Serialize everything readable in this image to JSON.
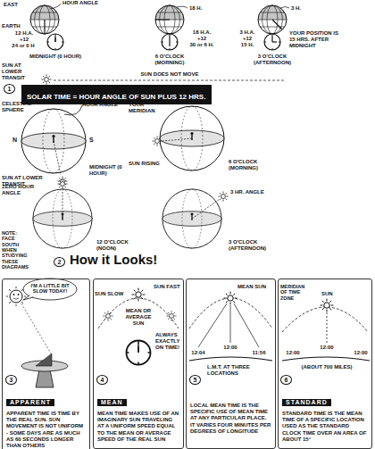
{
  "diagram": {
    "nodes": [
      {
        "text": [
          "SOLAR TIME = HOUR ANGLE OF SUN PLUS 12 HRS."
        ]
      },
      {
        "text": [
          "APPARENT",
          "APPARENT TIME IS TIME BY THE REAL SUN. SUN MOVEMENT IS NOT UNIFORM - SOME DAYS ARE AS MUCH AS 60 SECONDS LONGER THAN OTHERS"
        ]
      },
      {
        "text": [
          "MEAN",
          "MEAN TIME MAKES USE OF AN IMAGINARY SUN TRAVELING AT A UNIFORM SPEED EQUAL TO THE MEAN OR AVERAGE SPEED OF THE REAL SUN"
        ]
      },
      {
        "text": [
          "LOCAL MEAN TIME IS THE SPECIFIC USE OF MEAN TIME AT ANY PARTICULAR PLACE. IT VARIES FOUR MINUTES PER DEGREES OF LONGITUDE"
        ]
      },
      {
        "text": [
          "STANDARD",
          "STANDARD TIME IS THE MEAN TIME OF A SPECIFIC LOCATION USED AS THE STANDARD CLOCK TIME OVER AN AREA OF ABOUT 15°"
        ]
      }
    ],
    "labels": [
      "EAST",
      "HOUR ANGLE",
      "EARTH",
      "12 H.A.",
      "+12",
      "24 or 0 H",
      "18 H.",
      "18 H.A.",
      "+12",
      "30 or 6 H.",
      "3 H.",
      "3 H.A.",
      "+12",
      "15 H.",
      "YOUR POSITION IS 15 HRS. AFTER MIDNIGHT",
      "MIDNIGHT (0 HOUR)",
      "6 O'CLOCK (MORNING)",
      "3 O'CLOCK (AFTERNOON)",
      "SUN AT LOWER TRANSIT",
      "SUN DOES NOT MOVE",
      "1",
      "CELESTIAL SPHERE",
      "HOUR ANGLE",
      "N",
      "S",
      "SUN AT LOWER TRANSIT",
      "MIDNIGHT (0 HOUR)",
      "YOUR MERIDIAN",
      "SUN RISING",
      "6 O'CLOCK (MORNING)",
      "ZERO HOUR ANGLE",
      "3 HR. ANGLE",
      "NOTE: FACE SOUTH WHEN STUDYING THESE DIAGRAMS",
      "12 O'CLOCK (NOON)",
      "3 O'CLOCK (AFTERNOON)",
      "2",
      "How it Looks!",
      "I'M A LITTLE BIT SLOW TODAY!",
      "3",
      "SUN SLOW",
      "SUN FAST",
      "MEAN OR AVERAGE SUN",
      "ALWAYS EXACTLY ON TIME!",
      "4",
      "MEAN SUN",
      "12:04",
      "12:00",
      "11:56",
      "L.M.T. AT THREE LOCATIONS",
      "5",
      "MERIDIAN OF TIME ZONE",
      "SUN",
      "12:00",
      "12:00",
      "12:00",
      "(ABOUT 700 MILES)",
      "6"
    ]
  }
}
